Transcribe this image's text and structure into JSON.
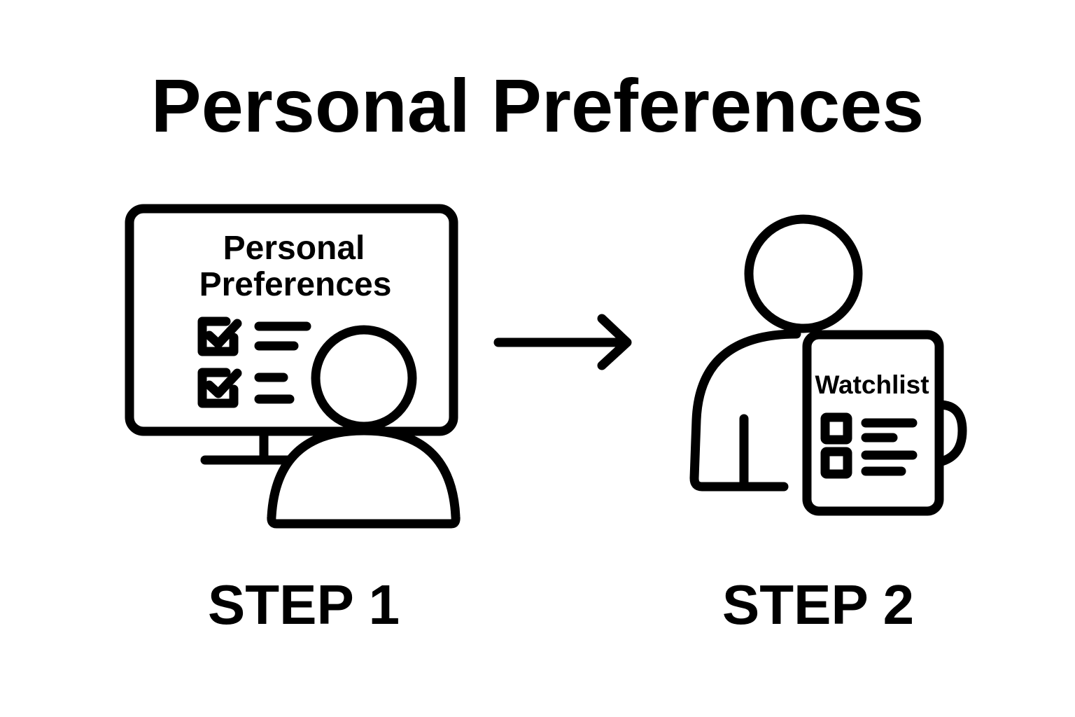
{
  "title": "Personal Preferences",
  "step1": {
    "label": "STEP 1",
    "screen_title_line1": "Personal",
    "screen_title_line2": "Preferences",
    "checklist_icons": [
      "checked-box-icon",
      "checked-box-icon"
    ]
  },
  "step2": {
    "label": "STEP 2",
    "card_title": "Watchlist",
    "list_icons": [
      "empty-box-icon",
      "empty-box-icon"
    ]
  },
  "icons": {
    "monitor": "monitor-icon",
    "person": "person-icon",
    "arrow": "arrow-right-icon",
    "cup": "cup-handle-icon"
  },
  "colors": {
    "stroke": "#000000",
    "background": "#ffffff"
  }
}
